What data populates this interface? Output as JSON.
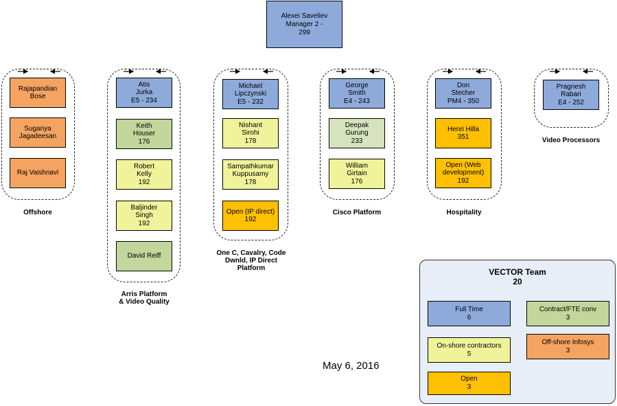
{
  "manager": {
    "name": "Alexei Saveliev",
    "title": "Manager 2 -",
    "id": "299"
  },
  "colors": {
    "full_time": "#8eaadb",
    "offshore": "#f4a460",
    "contract_conv": "#c3d69b",
    "onshore_contractor": "#f0f39a",
    "open": "#ffc000",
    "light_green": "#d6e3bc"
  },
  "groups": [
    {
      "label": "Offshore",
      "members": [
        {
          "text": "Rajapandian\nBose",
          "kind": "offshore"
        },
        {
          "text": "Suganya\nJagadeesan",
          "kind": "offshore"
        },
        {
          "text": "Raj Vaishnavi",
          "kind": "offshore"
        }
      ]
    },
    {
      "label": "Arris Platform\n& Video Quality",
      "members": [
        {
          "text": "Atis\nJurka\nE5 - 234",
          "kind": "full_time"
        },
        {
          "text": "Keith\nHouser\n176",
          "kind": "contract_conv"
        },
        {
          "text": "Robert\nKelly\n192",
          "kind": "onshore_contractor"
        },
        {
          "text": "Baljinder\nSingh\n192",
          "kind": "onshore_contractor"
        },
        {
          "text": "David Reiff",
          "kind": "contract_conv"
        }
      ]
    },
    {
      "label": "One C, Cavalry, Code\nDwnld, IP Direct\nPlatform",
      "members": [
        {
          "text": "Michael\nLipczynski\nE5 - 232",
          "kind": "full_time"
        },
        {
          "text": "Nishant\nSirohi\n178",
          "kind": "onshore_contractor"
        },
        {
          "text": "Sampathkumar\nKuppusamy\n178",
          "kind": "onshore_contractor"
        },
        {
          "text": "Open (IP direct)\n192",
          "kind": "open"
        }
      ]
    },
    {
      "label": "Cisco Platform",
      "members": [
        {
          "text": "George\nSmith\nE4 - 243",
          "kind": "full_time"
        },
        {
          "text": "Deepak\nGurung\n233",
          "kind": "light_green"
        },
        {
          "text": "William\nGirtain\n176",
          "kind": "onshore_contractor"
        }
      ]
    },
    {
      "label": "Hospitality",
      "members": [
        {
          "text": "Don\nStecher\nPM4 - 350",
          "kind": "full_time"
        },
        {
          "text": "Henri Hilla\n351",
          "kind": "open"
        },
        {
          "text": "Open (Web\ndevelopment)\n192",
          "kind": "open"
        }
      ]
    },
    {
      "label": "Video Processors",
      "members": [
        {
          "text": "Pragnesh\nRabari\nE4 - 252",
          "kind": "full_time"
        }
      ]
    }
  ],
  "legend": {
    "title": "VECTOR Team",
    "total": "20",
    "items": [
      {
        "label": "Full Time",
        "count": "6"
      },
      {
        "label": "Contract/FTE conv",
        "count": "3"
      },
      {
        "label": "On-shore contractors",
        "count": "5"
      },
      {
        "label": "Off-shore Infosys",
        "count": "3"
      },
      {
        "label": "Open",
        "count": "3"
      }
    ]
  },
  "date": "May 6, 2016"
}
